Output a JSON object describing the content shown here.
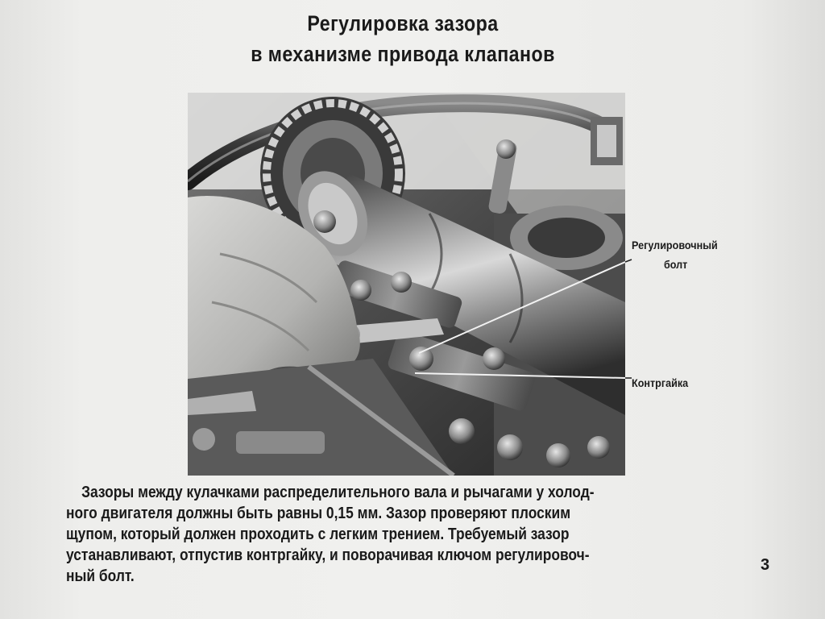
{
  "title": {
    "line1": "Регулировка зазора",
    "line2": "в механизме привода клапанов"
  },
  "callouts": {
    "adjusting_bolt_line1": "Регулировочный",
    "adjusting_bolt_line2": "болт",
    "locknut": "Контргайка"
  },
  "caption": {
    "line1": "Зазоры между кулачками распределительного вала и рычагами у холод-",
    "line2": "ного двигателя должны быть равны 0,15 мм. Зазор проверяют плоским",
    "line3": "щупом, который должен проходить с легким трением. Требуемый зазор",
    "line4": "устанавливают, отпустив контргайку, и поворачивая ключом регулировоч-",
    "line5": "ный болт."
  },
  "page_number": "3"
}
